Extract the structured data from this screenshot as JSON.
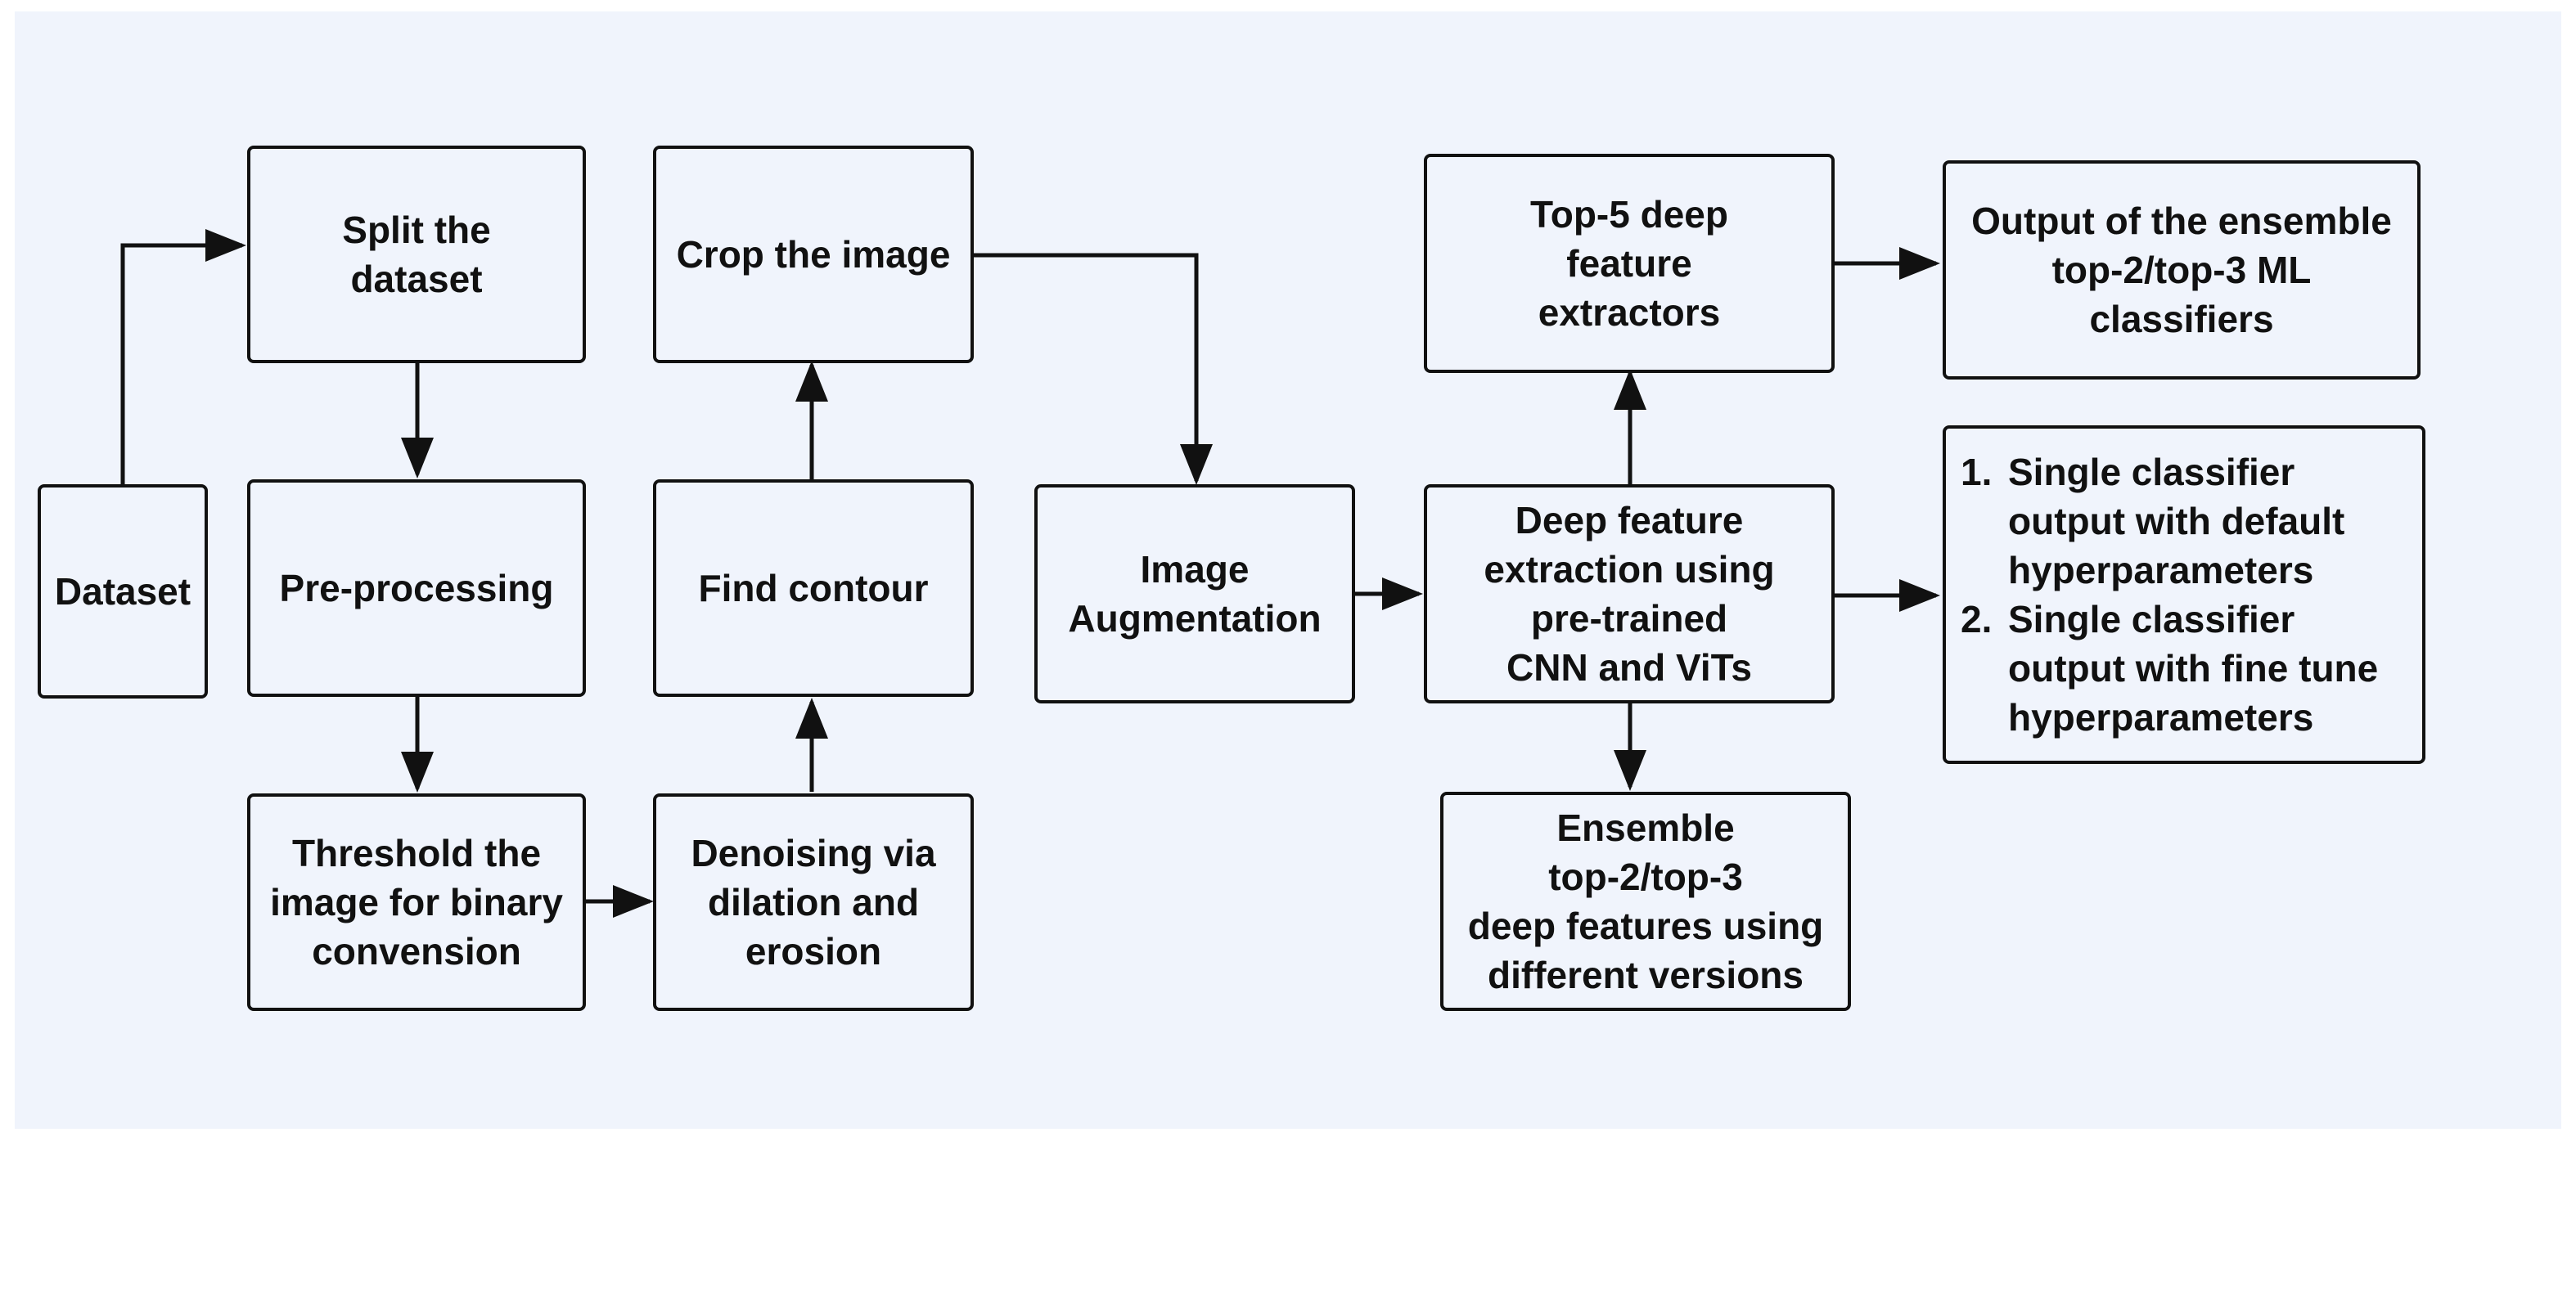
{
  "colors": {
    "background": "#f0f4fc",
    "outside": "#ffffff",
    "stroke": "#111111",
    "text": "#111111"
  },
  "nodes": {
    "dataset": "Dataset",
    "split": "Split the\ndataset",
    "preprocessing": "Pre-processing",
    "threshold": "Threshold the\nimage for binary\nconvension",
    "denoising": "Denoising via\ndilation and\nerosion",
    "find_contour": "Find contour",
    "crop": "Crop the image",
    "augmentation": "Image\nAugmentation",
    "deep_feature": "Deep feature\nextraction using\npre-trained\nCNN and ViTs",
    "top5": "Top-5 deep\nfeature\nextractors",
    "ensemble_features": "Ensemble\ntop-2/top-3\ndeep features using\ndifferent versions",
    "ensemble_output": "Output of the ensemble\ntop-2/top-3 ML\nclassifiers",
    "single_outputs": [
      {
        "num": "1.",
        "text": "Single classifier\noutput with default\nhyperparameters"
      },
      {
        "num": "2.",
        "text": "Single classifier\noutput with fine tune\nhyperparameters"
      }
    ]
  }
}
